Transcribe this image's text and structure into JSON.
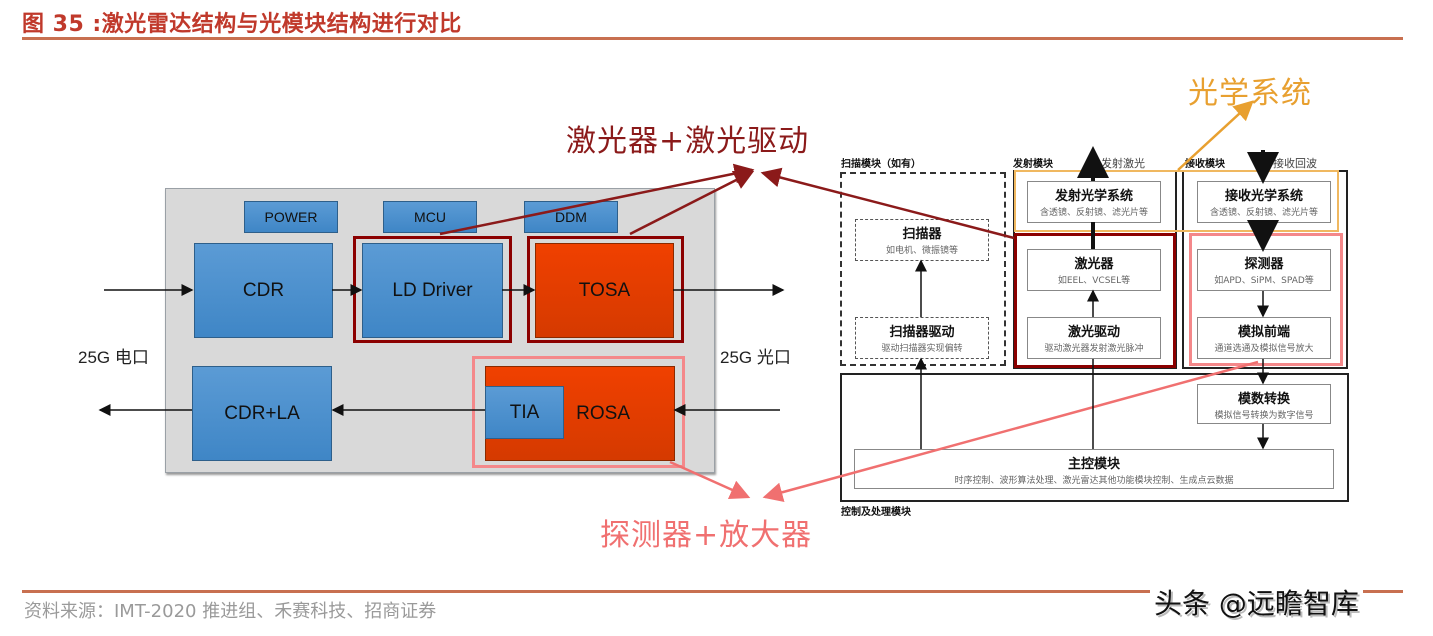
{
  "figure": {
    "title": "图 35 :激光雷达结构与光模块结构进行对比",
    "source": "资料来源：IMT-2020 推进组、禾赛科技、招商证券",
    "watermark": "头条 @远瞻智库"
  },
  "colors": {
    "title": "#c0392b",
    "rule": "#c87050",
    "blue_block": "#4a90d0",
    "red_block": "#e84000",
    "laser_highlight": "#8b0000",
    "detector_highlight": "#f4888a",
    "optics_highlight": "#e8a030"
  },
  "optical_module": {
    "top_blocks": [
      "POWER",
      "MCU",
      "DDM"
    ],
    "tx_chain": [
      "CDR",
      "LD Driver",
      "TOSA"
    ],
    "rx_chain": [
      "CDR+LA",
      "TIA",
      "ROSA"
    ],
    "electrical_port": "25G 电口",
    "optical_port": "25G 光口"
  },
  "callouts": {
    "laser": "激光器+激光驱动",
    "detector": "探测器+放大器",
    "optics": "光学系统"
  },
  "lidar": {
    "scan_module": {
      "label": "扫描模块（如有）",
      "scanner": {
        "title": "扫描器",
        "desc": "如电机、微振镜等"
      },
      "scanner_driver": {
        "title": "扫描器驱动",
        "desc": "驱动扫描器实现偏转"
      }
    },
    "tx_module": {
      "label": "发射模块",
      "out_label": "发射激光",
      "optics": {
        "title": "发射光学系统",
        "desc": "含透镜、反射镜、滤光片等"
      },
      "laser": {
        "title": "激光器",
        "desc": "如EEL、VCSEL等"
      },
      "laser_driver": {
        "title": "激光驱动",
        "desc": "驱动激光器发射激光脉冲"
      }
    },
    "rx_module": {
      "label": "接收模块",
      "in_label": "接收回波",
      "optics": {
        "title": "接收光学系统",
        "desc": "含透镜、反射镜、滤光片等"
      },
      "detector": {
        "title": "探测器",
        "desc": "如APD、SiPM、SPAD等"
      },
      "afe": {
        "title": "模拟前端",
        "desc": "通道选通及模拟信号放大"
      }
    },
    "control_module": {
      "label": "控制及处理模块",
      "adc": {
        "title": "模数转换",
        "desc": "模拟信号转换为数字信号"
      },
      "main": {
        "title": "主控模块",
        "desc": "时序控制、波形算法处理、激光雷达其他功能模块控制、生成点云数据"
      }
    }
  }
}
